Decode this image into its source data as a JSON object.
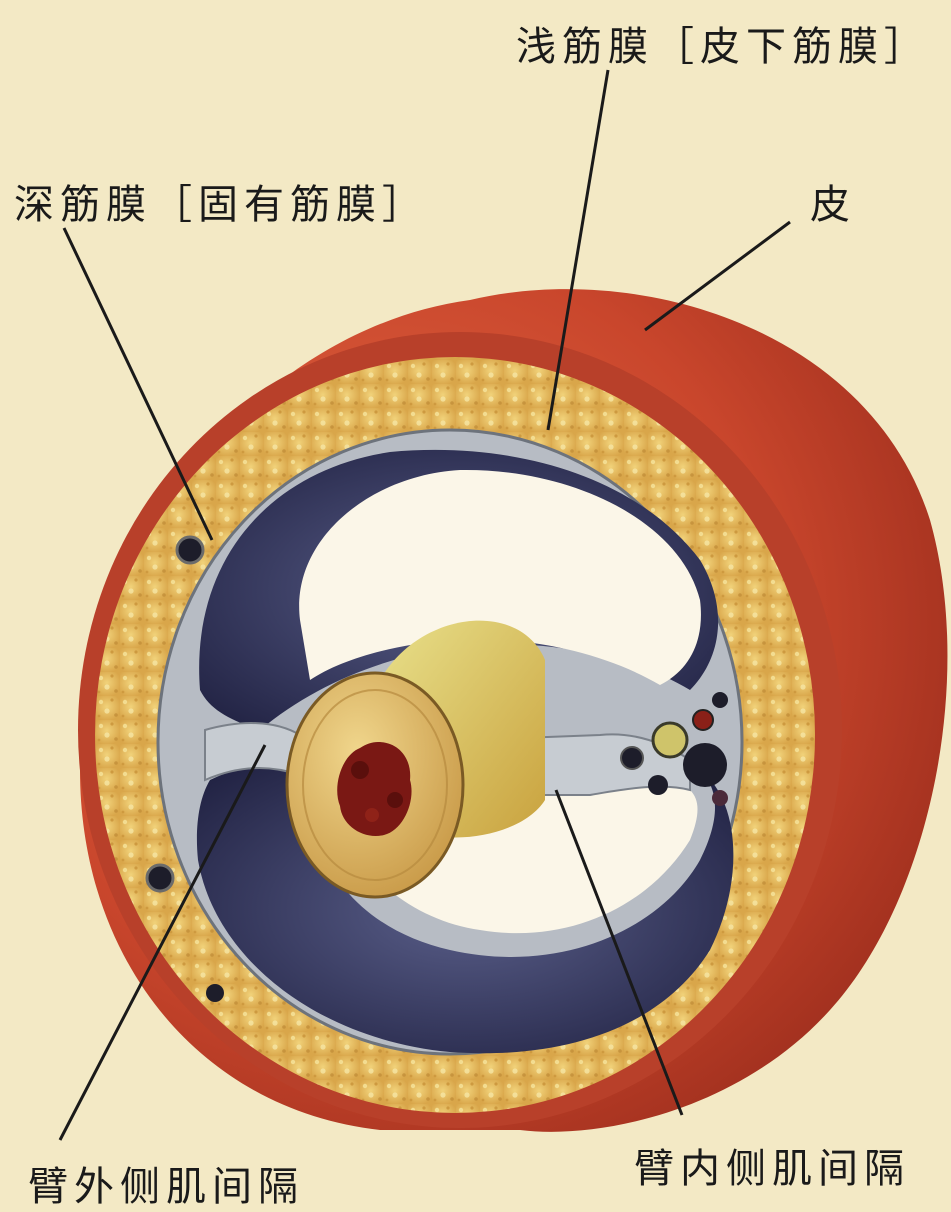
{
  "labels": {
    "superficial_fascia": "浅筋膜［皮下筋膜］",
    "deep_fascia": "深筋膜［固有筋膜］",
    "skin": "皮",
    "lateral_septum": "臂外侧肌间隔",
    "medial_septum": "臂内侧肌间隔"
  },
  "colors": {
    "background": "#f3e9c5",
    "skin": "#c9462c",
    "fat": "#e2b756",
    "deep_fascia": "#9aa2ad",
    "muscle_compartment": "#2b2d52",
    "bone_cortex": "#d8b465",
    "marrow": "#7a1814",
    "leader_line": "#1a1a1a"
  }
}
